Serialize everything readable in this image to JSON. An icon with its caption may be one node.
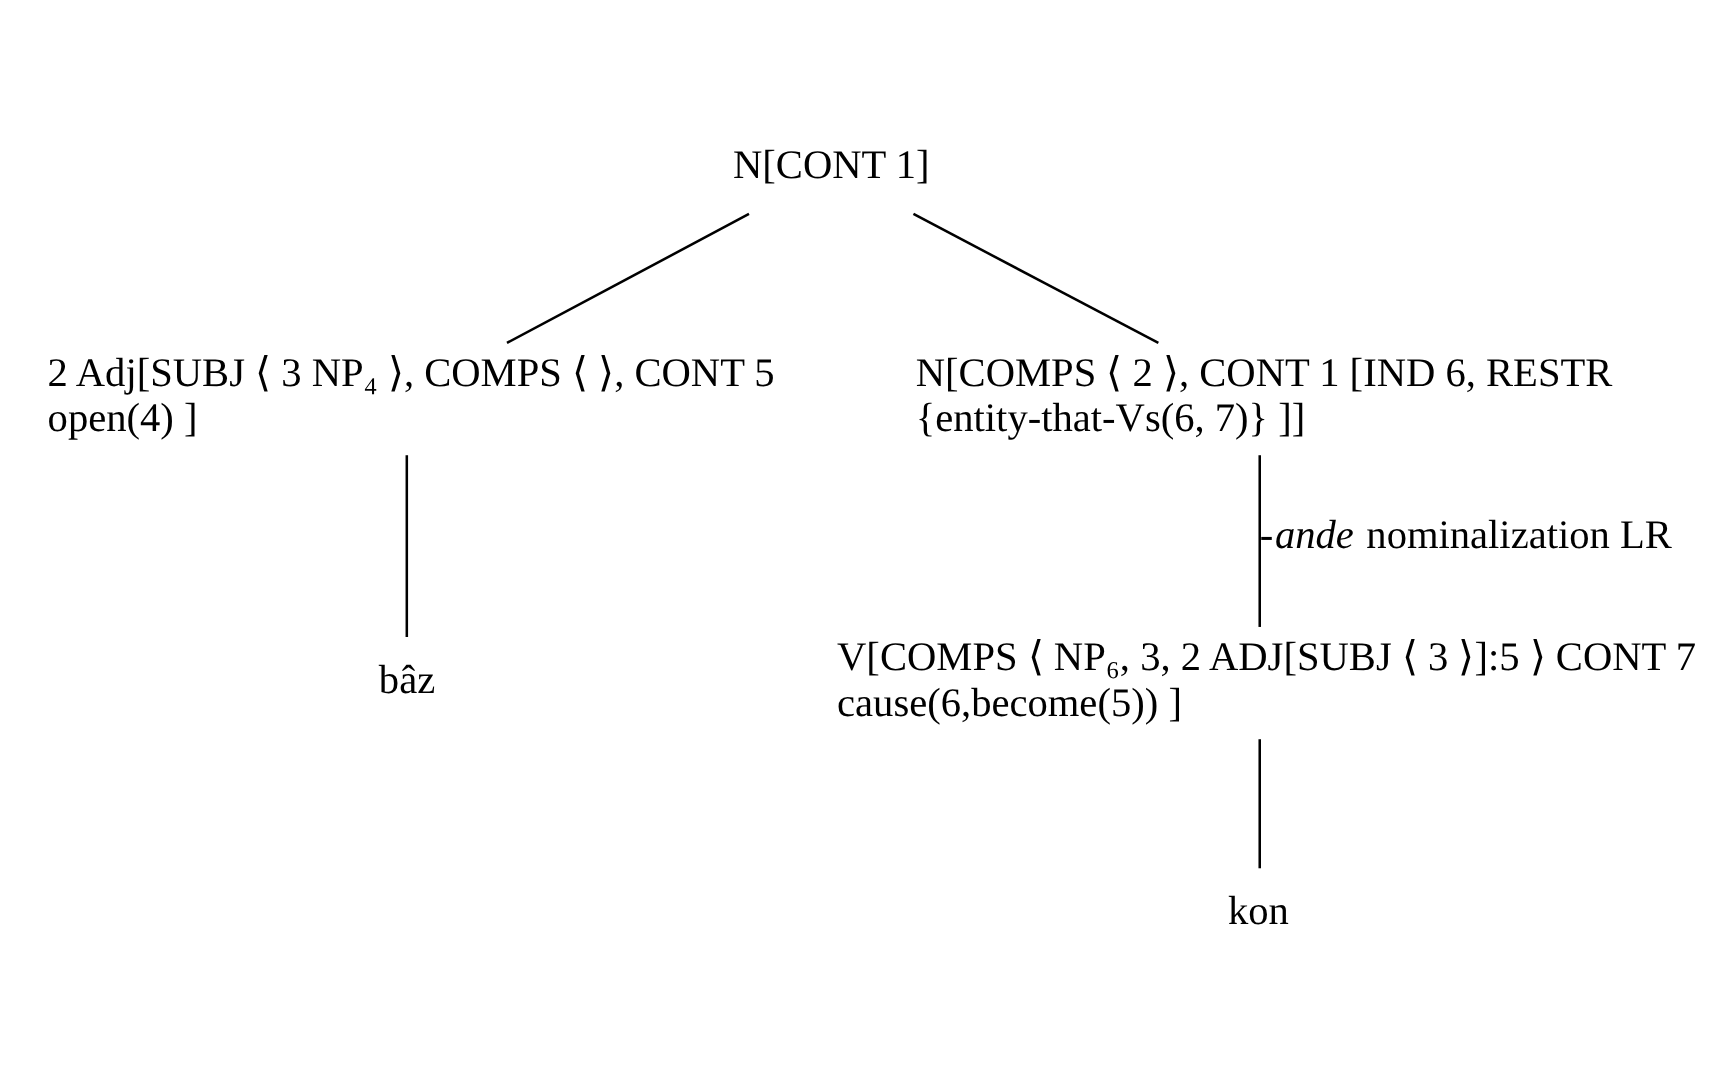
{
  "diagram": {
    "nodes": [
      {
        "text": [
          "N[CONT 1]"
        ]
      },
      {
        "text": [
          "2 Adj[SUBJ ⟨ 3 NP₄ ⟩, COMPS ⟨ ⟩, CONT 5 open(4) ]"
        ]
      },
      {
        "text": [
          "N[COMPS ⟨ 2 ⟩, CONT 1 [IND 6, RESTR {entity-that-Vs(6, 7)} ]]"
        ]
      },
      {
        "text": [
          "bâz"
        ]
      },
      {
        "text": [
          "V[COMPS ⟨ NP₆, 3, 2 ADJ[SUBJ ⟨ 3 ⟩]:5 ⟩ CONT 7 cause(6,become(5)) ]"
        ]
      },
      {
        "text": [
          "kon"
        ]
      }
    ],
    "edges": [
      {
        "from": 0,
        "to": 1,
        "arrow": "none"
      },
      {
        "from": 0,
        "to": 2,
        "arrow": "none"
      },
      {
        "from": 1,
        "to": 3,
        "arrow": "none"
      },
      {
        "from": 2,
        "to": 4,
        "arrow": "none",
        "label": "-*ande* nominalization LR"
      },
      {
        "from": 4,
        "to": 5,
        "arrow": "none"
      }
    ]
  }
}
